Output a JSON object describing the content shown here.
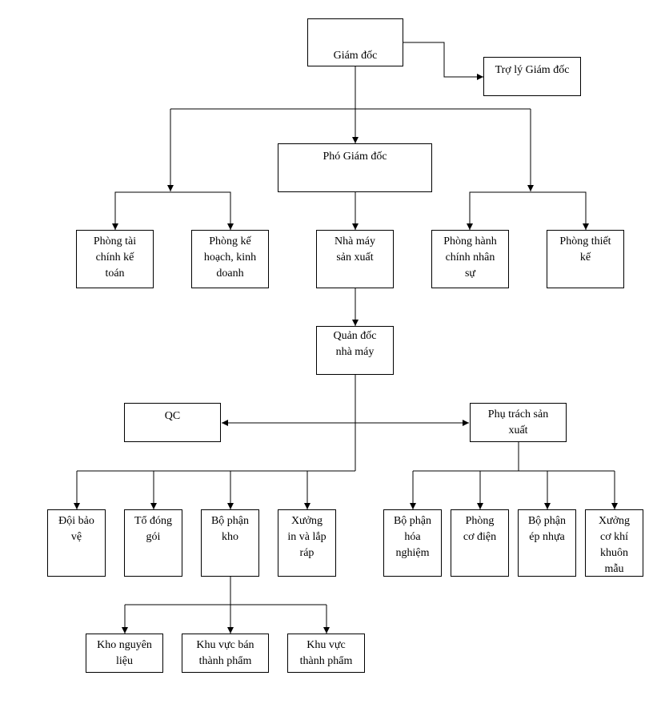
{
  "nodes": {
    "director": "Giám đốc",
    "director_assistant": "Trợ lý Giám đốc",
    "deputy_director": "Phó Giám đốc",
    "finance_dept": "Phòng tài\nchính kế\ntoán",
    "planning_dept": "Phòng kế\nhoạch, kinh\ndoanh",
    "production_factory": "Nhà máy\nsản xuất",
    "hr_admin_dept": "Phòng hành\nchính nhân\nsự",
    "design_dept": "Phòng thiết\nkế",
    "factory_foreman": "Quản đốc\nnhà máy",
    "qc": "QC",
    "production_manager": "Phụ trách sản\nxuất",
    "security_team": "Đội bảo\nvệ",
    "packing_team": "Tổ đóng\ngói",
    "warehouse_dept": "Bộ phận\nkho",
    "print_assembly_workshop": "Xưởng\nin và lắp\nráp",
    "lab_dept": "Bộ phận\nhóa\nnghiệm",
    "electromech_room": "Phòng\ncơ điện",
    "plastic_molding_dept": "Bộ phận\nép nhựa",
    "mold_workshop": "Xưởng\ncơ khí\nkhuôn\nmẫu",
    "raw_material_store": "Kho nguyên\nliệu",
    "semi_finished_area": "Khu vực bán\nthành phẩm",
    "finished_goods_area": "Khu vực\nthành phẩm"
  }
}
